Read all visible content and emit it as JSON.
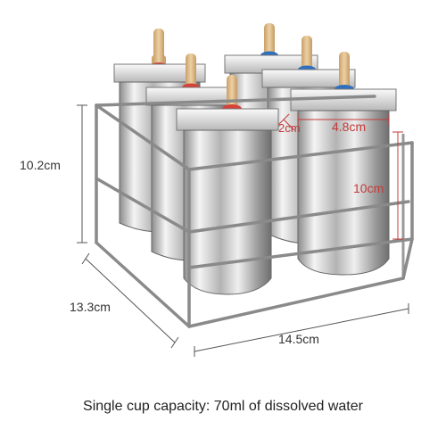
{
  "dimensions": {
    "height": "10.2cm",
    "depth": "13.3cm",
    "width": "14.5cm",
    "cup_width": "4.8cm",
    "cup_depth": "2cm",
    "cup_height": "10cm"
  },
  "caption": "Single cup capacity: 70ml of dissolved water",
  "colors": {
    "ring_red": "#d6423a",
    "ring_blue": "#2f6fbf",
    "stick": "#e2c08f",
    "steel_light": "#e6e6e6",
    "steel_dark": "#7a7a7a",
    "dim_red": "#c43a3a"
  }
}
